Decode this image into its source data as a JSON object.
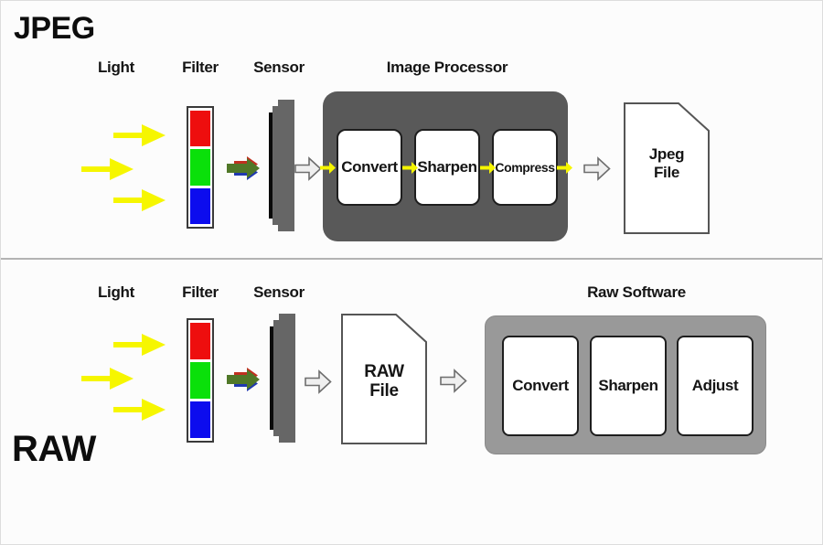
{
  "page": {
    "background": "#fcfcfc",
    "divider_color": "#b3b3b3"
  },
  "colors": {
    "light_arrow_yellow": "#f6f600",
    "filter_red": "#ee0e0e",
    "filter_green": "#0ae00a",
    "filter_blue": "#0c0cee",
    "rgb_arrow_red": "#c03020",
    "rgb_arrow_green": "#507828",
    "rgb_arrow_blue": "#2038b0",
    "processor_gray": "#595959",
    "software_gray": "#999999",
    "sensor_gray": "#666666",
    "flow_arrow_fill": "#efefef"
  },
  "jpeg": {
    "title": "JPEG",
    "light_label": "Light",
    "filter_label": "Filter",
    "sensor_label": "Sensor",
    "processor_label": "Image Processor",
    "steps": [
      {
        "label": "Convert"
      },
      {
        "label": "Sharpen"
      },
      {
        "label": "Compress"
      }
    ],
    "file": {
      "line1": "Jpeg",
      "line2": "File"
    }
  },
  "raw": {
    "title": "RAW",
    "light_label": "Light",
    "filter_label": "Filter",
    "sensor_label": "Sensor",
    "software_label": "Raw Software",
    "steps": [
      {
        "label": "Convert"
      },
      {
        "label": "Sharpen"
      },
      {
        "label": "Adjust"
      }
    ],
    "file": {
      "line1": "RAW",
      "line2": "File"
    }
  }
}
